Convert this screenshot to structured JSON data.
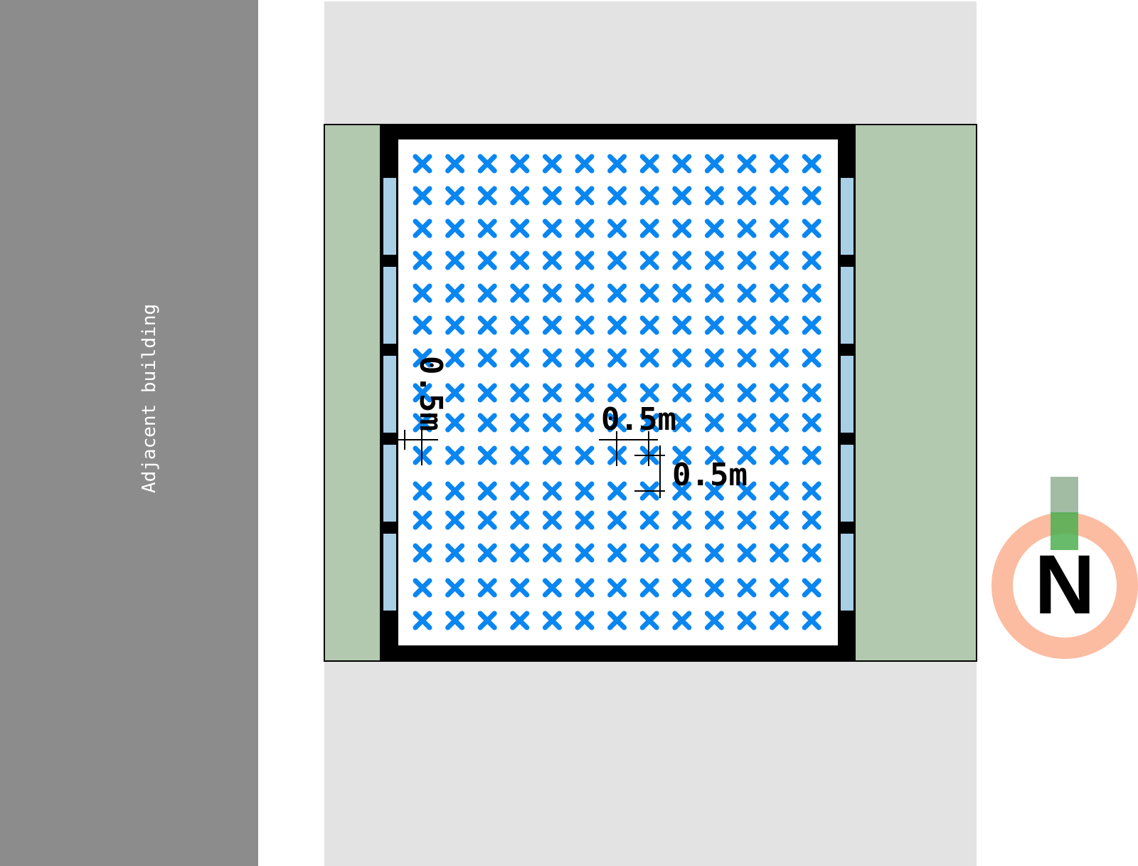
{
  "labels": {
    "adjacent_building": "Adjacent building",
    "north": "N"
  },
  "dimensions": {
    "wall_offset_vertical": "0.5m",
    "grid_spacing_horizontal": "0.5m",
    "grid_spacing_vertical": "0.5m"
  },
  "grid": {
    "columns": 13,
    "rows": 15
  },
  "windows": {
    "per_side": 5
  },
  "colors": {
    "adjacent_building": "#8c8c8c",
    "street": "#e3e3e3",
    "garden": "#b2c9b0",
    "wall": "#000000",
    "floor": "#ffffff",
    "window": "#a8cfe6",
    "grid_marker": "#0a86f0",
    "compass_ring": "#fbbca1",
    "compass_needle": "#4caf50"
  },
  "icons": {
    "grid_marker": "cross-marker-icon",
    "compass": "north-arrow-icon"
  }
}
